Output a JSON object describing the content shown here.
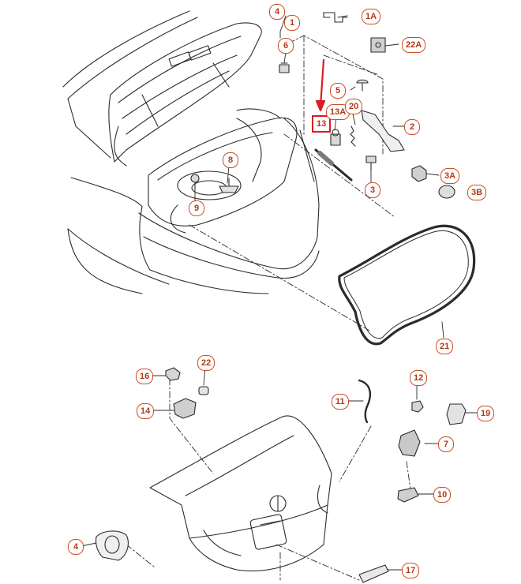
{
  "colors": {
    "line": "#2b2b2b",
    "callout": "#cc4f22",
    "highlight": "#d81e1e"
  },
  "callouts": {
    "top_4": "4",
    "top_1": "1",
    "p_1A": "1A",
    "p_22A": "22A",
    "p_6": "6",
    "p_5": "5",
    "p_13_highlight": "13",
    "p_13A": "13A",
    "p_20": "20",
    "p_2": "2",
    "p_3A": "3A",
    "p_3B": "3B",
    "p_3": "3",
    "p_8": "8",
    "p_9": "9",
    "p_21": "21",
    "p_16": "16",
    "p_22": "22",
    "p_14": "14",
    "p_11": "11",
    "p_12": "12",
    "p_19": "19",
    "p_7": "7",
    "p_10": "10",
    "bottom_4": "4",
    "p_17": "17"
  },
  "icons": {
    "arrow": "red-down-arrow"
  }
}
